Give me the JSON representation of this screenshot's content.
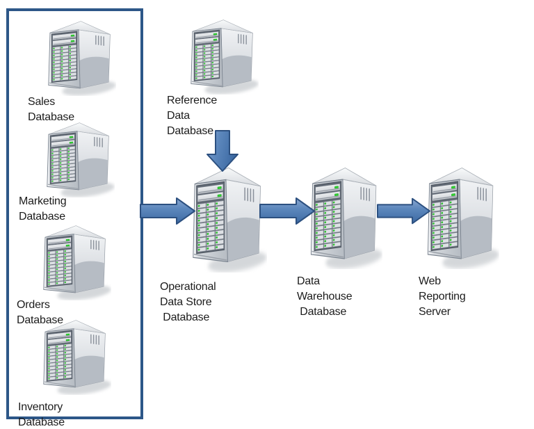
{
  "diagram": {
    "title": "Data warehouse data-flow diagram",
    "source_group": {
      "description": "boxed group of source databases",
      "members": [
        "sales",
        "marketing",
        "orders",
        "inventory"
      ]
    },
    "servers": {
      "sales": {
        "label": "Sales Database"
      },
      "marketing": {
        "label": "Marketing Database"
      },
      "orders": {
        "label": "Orders Database"
      },
      "inventory": {
        "label": "Inventory Database"
      },
      "reference": {
        "label": "Reference Data\nDatabase"
      },
      "ods": {
        "label": "Operational Data Store\n Database"
      },
      "dw": {
        "label": "Data Warehouse\n Database"
      },
      "web": {
        "label": "Web Reporting\nServer"
      }
    },
    "edges": [
      {
        "from": "source-databases-group",
        "to": "operational-data-store",
        "direction": "right"
      },
      {
        "from": "reference-data-database",
        "to": "operational-data-store",
        "direction": "down"
      },
      {
        "from": "operational-data-store",
        "to": "data-warehouse-database",
        "direction": "right"
      },
      {
        "from": "data-warehouse-database",
        "to": "web-reporting-server",
        "direction": "right"
      }
    ],
    "colors": {
      "background": "#ffffff",
      "group_border": "#2d5788",
      "arrow_fill": "#4a78b2",
      "arrow_fill_light": "#8aa6d0",
      "arrow_border": "#2c5080",
      "led_green": "#2ed32e",
      "label_color": "#1c1c1c",
      "server_silver": "#d3d7dc"
    }
  }
}
